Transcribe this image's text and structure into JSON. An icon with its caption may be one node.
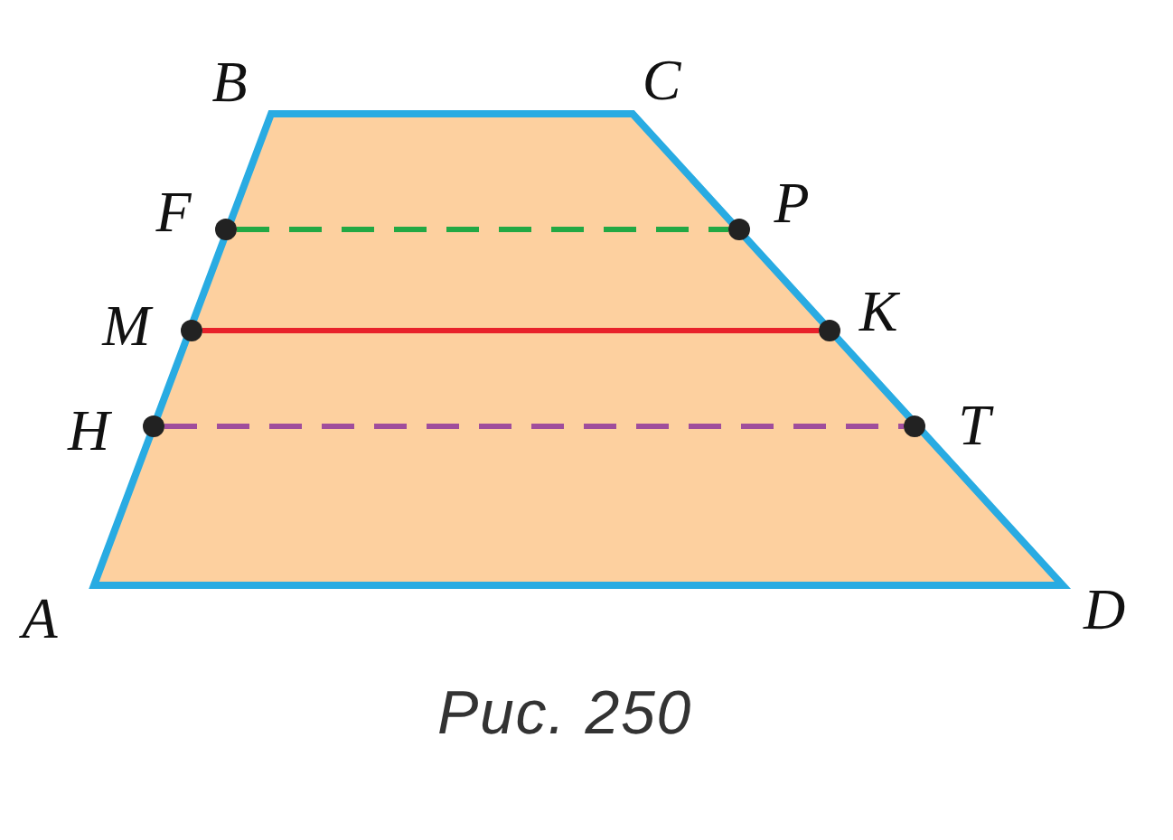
{
  "diagram": {
    "caption": "Рис. 250",
    "nodes": [
      {
        "text": [],
        "shape": "circle",
        "beside": [
          "F"
        ]
      },
      {
        "text": [],
        "shape": "circle",
        "beside": [
          "P"
        ]
      },
      {
        "text": [],
        "shape": "circle",
        "beside": [
          "M"
        ]
      },
      {
        "text": [],
        "shape": "circle",
        "beside": [
          "K"
        ]
      },
      {
        "text": [],
        "shape": "circle",
        "beside": [
          "H"
        ]
      },
      {
        "text": [],
        "shape": "circle",
        "beside": [
          "T"
        ]
      }
    ],
    "edges": [
      {
        "from": 0,
        "to": 1,
        "arrow": "none",
        "style": "dashed",
        "color": "#22a844"
      },
      {
        "from": 2,
        "to": 3,
        "arrow": "none",
        "color": "#e8212a"
      },
      {
        "from": 4,
        "to": 5,
        "arrow": "none",
        "style": "dashed",
        "color": "#a04d9c"
      }
    ],
    "labels": [
      "B",
      "C",
      "A",
      "D"
    ]
  }
}
